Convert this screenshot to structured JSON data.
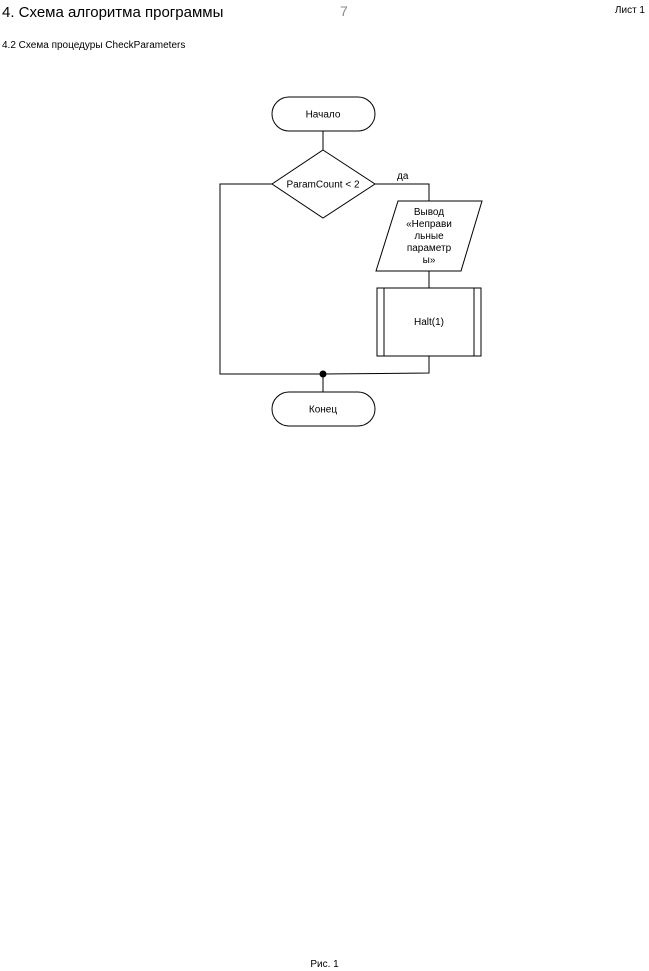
{
  "header": {
    "title": "4. Схема алгоритма программы",
    "page_number": "7",
    "sheet": "Лист 1"
  },
  "subtitle": "4.2 Схема процедуры CheckParameters",
  "flowchart": {
    "start_label": "Начало",
    "condition_label": "ParamCount < 2",
    "yes_label": "да",
    "output_lines": [
      "Вывод",
      "«Неправи",
      "льные",
      "параметр",
      "ы»"
    ],
    "process_label": "Halt(1)",
    "end_label": "Конец"
  },
  "caption": "Рис. 1"
}
